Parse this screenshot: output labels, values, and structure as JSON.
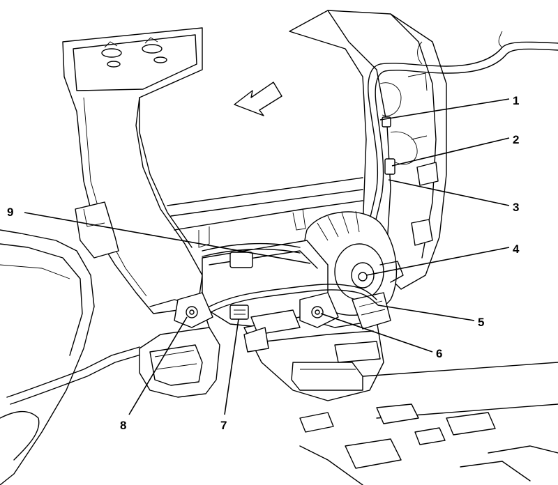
{
  "diagram": {
    "callouts": [
      {
        "id": "callout-1",
        "label": "1"
      },
      {
        "id": "callout-2",
        "label": "2"
      },
      {
        "id": "callout-3",
        "label": "3"
      },
      {
        "id": "callout-4",
        "label": "4"
      },
      {
        "id": "callout-5",
        "label": "5"
      },
      {
        "id": "callout-6",
        "label": "6"
      },
      {
        "id": "callout-7",
        "label": "7"
      },
      {
        "id": "callout-8",
        "label": "8"
      },
      {
        "id": "callout-9",
        "label": "9"
      }
    ],
    "direction_arrow": {
      "icon": "front-direction-arrow-icon"
    }
  }
}
